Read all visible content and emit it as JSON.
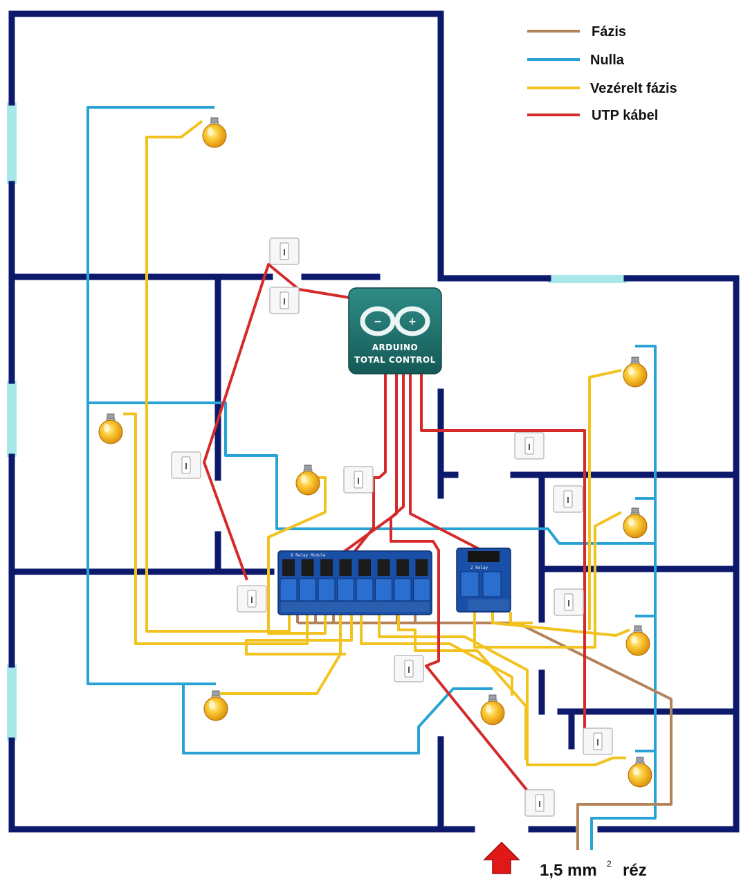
{
  "legend": {
    "items": [
      {
        "label": "Fázis",
        "color": "#b5835a"
      },
      {
        "label": "Nulla",
        "color": "#29a3d6"
      },
      {
        "label": "Vezérelt fázis",
        "color": "#f2c21f"
      },
      {
        "label": "UTP kábel",
        "color": "#d42a2a"
      }
    ]
  },
  "arduino": {
    "line1": "ARDUINO",
    "line2": "TOTAL CONTROL",
    "bg_color": "#1f6f6c",
    "logo": "arduino-infinity-logo"
  },
  "relay_8ch": {
    "caption": "8 Relay Module"
  },
  "relay_2ch": {
    "caption": "2 Relay"
  },
  "cable": {
    "size": "1,5 mm",
    "sup": "2",
    "material": "réz"
  },
  "colors": {
    "wall": "#0d1a6b",
    "window": "#a8e8ea",
    "relay_board": "#1a4fa8",
    "entrance_arrow": "#e01818"
  },
  "icons": [
    "light-bulb-icon",
    "wall-switch-icon",
    "entrance-arrow-icon"
  ]
}
